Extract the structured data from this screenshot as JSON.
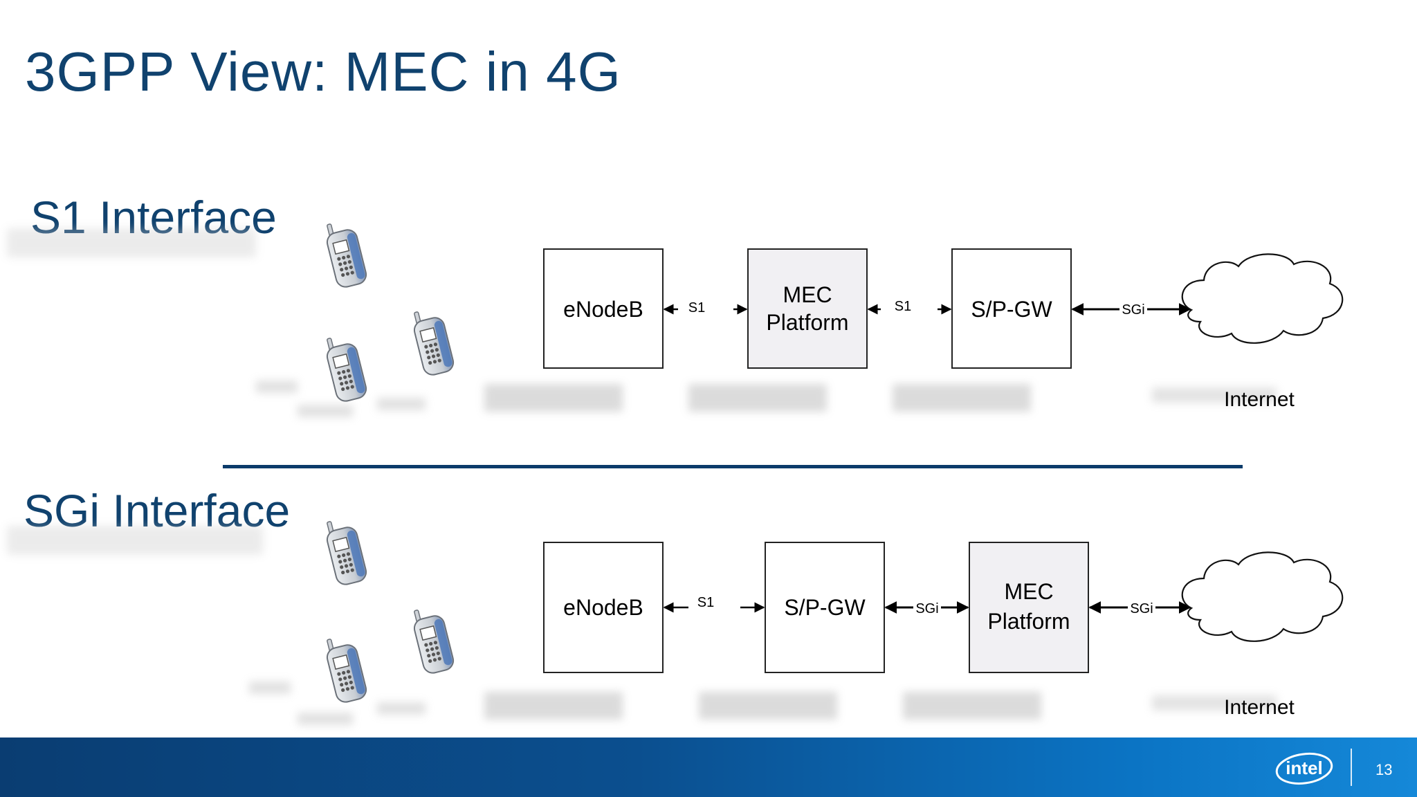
{
  "slide": {
    "title": "3GPP View: MEC in 4G",
    "page_number": "13"
  },
  "s1_section": {
    "title": "S1 Interface",
    "nodes": {
      "enodeb": "eNodeB",
      "mec_line1": "MEC",
      "mec_line2": "Platform",
      "spgw": "S/P-GW"
    },
    "links": {
      "enodeb_mec": "S1",
      "mec_spgw": "S1",
      "spgw_internet": "SGi"
    },
    "internet_label": "Internet"
  },
  "sgi_section": {
    "title": "SGi Interface",
    "nodes": {
      "enodeb": "eNodeB",
      "spgw": "S/P-GW",
      "mec_line1": "MEC",
      "mec_line2": "Platform"
    },
    "links": {
      "enodeb_spgw": "S1",
      "spgw_mec": "SGi",
      "mec_internet": "SGi"
    },
    "internet_label": "Internet"
  },
  "colors": {
    "title_blue": "#10426e",
    "divider_blue": "#0b3b6a",
    "mec_fill": "#f1f0f3",
    "footer_start": "#0a3d72",
    "footer_end": "#1588d8"
  },
  "icons": {
    "device": "mobile-phone-icon",
    "cloud": "cloud-icon",
    "logo": "intel-logo"
  }
}
